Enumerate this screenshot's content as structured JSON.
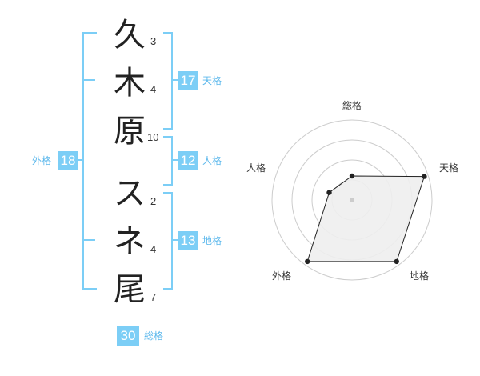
{
  "name_chars": [
    {
      "char": "久",
      "strokes": "3"
    },
    {
      "char": "木",
      "strokes": "4"
    },
    {
      "char": "原",
      "strokes": "10"
    },
    {
      "char": "ス",
      "strokes": "2"
    },
    {
      "char": "ネ",
      "strokes": "4"
    },
    {
      "char": "尾",
      "strokes": "7"
    }
  ],
  "scores": {
    "tenkaku": {
      "value": "17",
      "label": "天格"
    },
    "jinkaku": {
      "value": "12",
      "label": "人格"
    },
    "chikaku": {
      "value": "13",
      "label": "地格"
    },
    "gaikaku": {
      "value": "18",
      "label": "外格"
    },
    "soukaku": {
      "value": "30",
      "label": "総格"
    }
  },
  "colors": {
    "accent": "#7ccef6",
    "label_text": "#5cb8ec",
    "radar_fill": "#eeeeee",
    "radar_line": "#222222"
  },
  "chart_data": {
    "type": "radar",
    "axes": [
      "総格",
      "天格",
      "地格",
      "外格",
      "人格"
    ],
    "values": [
      0.3,
      0.95,
      0.95,
      0.95,
      0.3
    ],
    "rings": 4
  }
}
